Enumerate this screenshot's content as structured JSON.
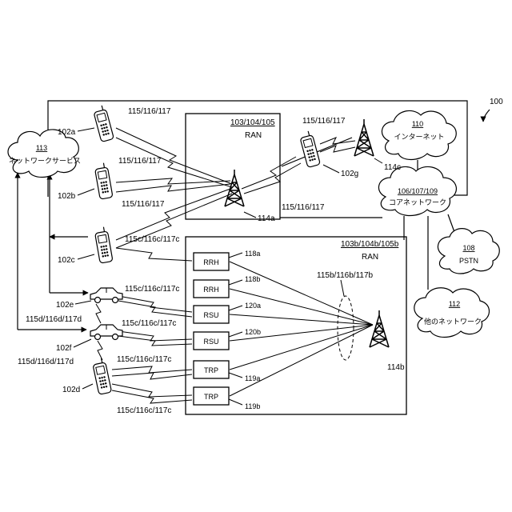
{
  "ref_main": "100",
  "ran_top": {
    "ref": "103/104/105",
    "label": "RAN"
  },
  "ran_bottom": {
    "ref": "103b/104b/105b",
    "label": "RAN"
  },
  "clouds": {
    "network_services": {
      "ref": "113",
      "label": "ネットワークサービス"
    },
    "internet": {
      "ref": "110",
      "label": "インターネット"
    },
    "core_network": {
      "ref": "106/107/109",
      "label": "コアネットワーク"
    },
    "pstn": {
      "ref": "108",
      "label": "PSTN"
    },
    "other_networks": {
      "ref": "112",
      "label": "他のネットワーク"
    }
  },
  "devices": {
    "phone_a": "102a",
    "phone_b": "102b",
    "phone_c": "102c",
    "phone_d": "102d",
    "phone_g": "102g",
    "car_e": "102e",
    "car_f": "102f"
  },
  "towers": {
    "t114a": "114a",
    "t114b": "114b",
    "t114c": "114c"
  },
  "links": {
    "l1": "115/116/117",
    "l2": "115/116/117",
    "l3": "115/116/117",
    "l4": "115/116/117",
    "l5": "115/116/117",
    "l6": "115c/116c/117c",
    "l7": "115c/116c/117c",
    "l8": "115c/116c/117c",
    "l9": "115c/116c/117c",
    "l10": "115c/116c/117c",
    "d1": "115d/116d/117d",
    "d2": "115d/116d/117d",
    "beam": "115b/116b/117b"
  },
  "units": {
    "rrh1": {
      "ref": "118a",
      "label": "RRH"
    },
    "rrh2": {
      "ref": "118b",
      "label": "RRH"
    },
    "rsu1": {
      "ref": "120a",
      "label": "RSU"
    },
    "rsu2": {
      "ref": "120b",
      "label": "RSU"
    },
    "trp1": {
      "ref": "119a",
      "label": "TRP"
    },
    "trp2": {
      "ref": "119b",
      "label": "TRP"
    }
  }
}
